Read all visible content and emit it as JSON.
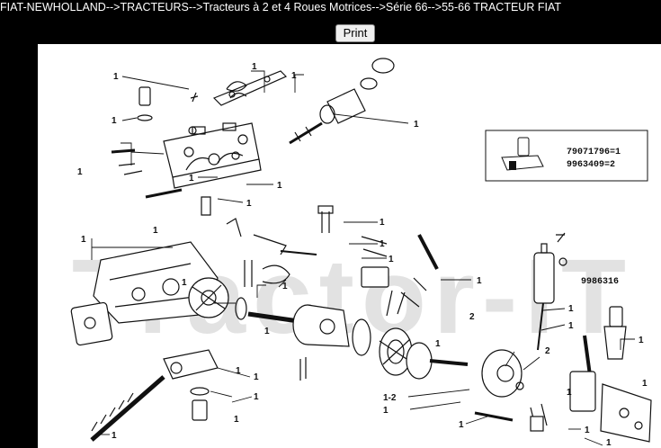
{
  "breadcrumb": {
    "path": "FIAT-NEWHOLLAND-->TRACTEURS-->Tracteurs à 2 et 4 Roues Motrices-->Série 66-->55-66 TRACTEUR FIAT"
  },
  "toolbar": {
    "print_label": "Print"
  },
  "diagram": {
    "watermark": "Tractor-IT",
    "inset": {
      "part_a": "79071796=1",
      "part_b": "9963409=2"
    },
    "side_part_number": "9986316",
    "callouts": [
      {
        "id": "c1",
        "text": "1"
      },
      {
        "id": "c2",
        "text": "1"
      },
      {
        "id": "c3",
        "text": "1"
      },
      {
        "id": "c4",
        "text": "1"
      },
      {
        "id": "c5",
        "text": "1"
      },
      {
        "id": "c6",
        "text": "1"
      },
      {
        "id": "c7",
        "text": "1"
      },
      {
        "id": "c8",
        "text": "1"
      },
      {
        "id": "c9",
        "text": "1"
      },
      {
        "id": "c10",
        "text": "1"
      },
      {
        "id": "c11",
        "text": "1"
      },
      {
        "id": "c12",
        "text": "1"
      },
      {
        "id": "c13",
        "text": "1"
      },
      {
        "id": "c14",
        "text": "1"
      },
      {
        "id": "c15",
        "text": "1"
      },
      {
        "id": "c16",
        "text": "1"
      },
      {
        "id": "c17",
        "text": "1"
      },
      {
        "id": "c18",
        "text": "1"
      },
      {
        "id": "c19",
        "text": "1"
      },
      {
        "id": "c20",
        "text": "1"
      },
      {
        "id": "c21",
        "text": "1"
      },
      {
        "id": "c22",
        "text": "1"
      },
      {
        "id": "c23",
        "text": "1"
      },
      {
        "id": "c24",
        "text": "1"
      },
      {
        "id": "c25",
        "text": "2"
      },
      {
        "id": "c26",
        "text": "2"
      },
      {
        "id": "c27",
        "text": "1-2"
      },
      {
        "id": "c28",
        "text": "1"
      },
      {
        "id": "c29",
        "text": "1"
      },
      {
        "id": "c30",
        "text": "1"
      },
      {
        "id": "c31",
        "text": "1"
      },
      {
        "id": "c32",
        "text": "1"
      },
      {
        "id": "c33",
        "text": "1"
      },
      {
        "id": "c34",
        "text": "1"
      },
      {
        "id": "c35",
        "text": "1"
      },
      {
        "id": "c36",
        "text": "1"
      }
    ]
  }
}
